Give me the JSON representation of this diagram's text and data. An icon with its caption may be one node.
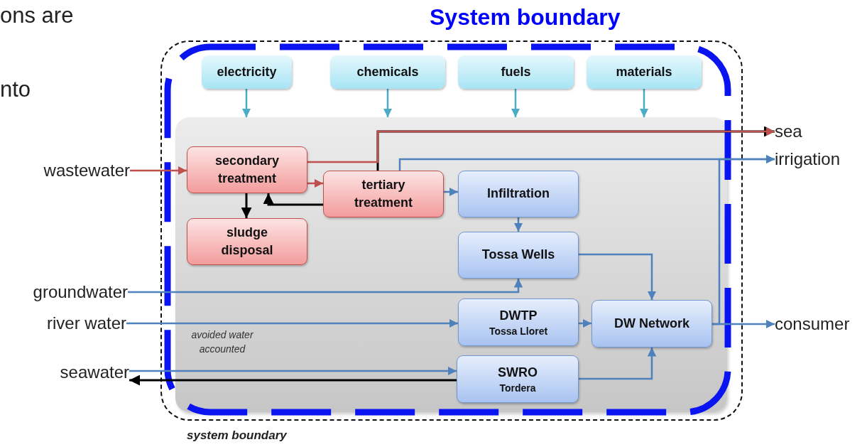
{
  "diagram": {
    "title": "System boundary",
    "nodes": [
      {
        "text": [
          "system boundary"
        ]
      },
      {
        "text": [
          "electricity"
        ],
        "in": 0
      },
      {
        "text": [
          "chemicals"
        ],
        "in": 0
      },
      {
        "text": [
          "fuels"
        ],
        "in": 0
      },
      {
        "text": [
          "materials"
        ],
        "in": 0
      },
      {
        "text": [],
        "shape": "box",
        "in": 0
      },
      {
        "text": [
          "secondary treatment"
        ],
        "in": 5
      },
      {
        "text": [
          "tertiary treatment"
        ],
        "in": 5
      },
      {
        "text": [
          "sludge disposal"
        ],
        "in": 5
      },
      {
        "text": [
          "Infiltration"
        ],
        "in": 5
      },
      {
        "text": [
          "Tossa Wells"
        ],
        "in": 5
      },
      {
        "text": [
          "DWTP",
          "Tossa Lloret"
        ],
        "in": 5
      },
      {
        "text": [
          "DW Network"
        ],
        "in": 5
      },
      {
        "text": [
          "SWRO",
          "Tordera"
        ],
        "in": 5
      },
      {
        "text": [
          "wastewater"
        ]
      },
      {
        "text": [
          "groundwater"
        ]
      },
      {
        "text": [
          "river water"
        ]
      },
      {
        "text": [
          "seawater"
        ]
      },
      {
        "text": [
          "sea"
        ]
      },
      {
        "text": [
          "irrigation"
        ]
      },
      {
        "text": [
          "consumer"
        ]
      }
    ],
    "edges": [
      {
        "from": 1,
        "to": 5,
        "arrow": "to",
        "color": "#4bacc6"
      },
      {
        "from": 2,
        "to": 5,
        "arrow": "to",
        "color": "#4bacc6"
      },
      {
        "from": 3,
        "to": 5,
        "arrow": "to",
        "color": "#4bacc6"
      },
      {
        "from": 4,
        "to": 5,
        "arrow": "to",
        "color": "#4bacc6"
      },
      {
        "from": 14,
        "to": 6,
        "arrow": "to",
        "color": "#c0504d"
      },
      {
        "from": 6,
        "to": 7,
        "arrow": "to",
        "color": "#c0504d"
      },
      {
        "from": 6,
        "to": 18,
        "arrow": "to",
        "color": "#c0504d"
      },
      {
        "from": 7,
        "to": 18,
        "arrow": "to",
        "color": "#000000"
      },
      {
        "from": 6,
        "to": 8,
        "arrow": "to",
        "color": "#000000"
      },
      {
        "from": 7,
        "to": 6,
        "arrow": "to",
        "color": "#000000"
      },
      {
        "from": 7,
        "to": 9,
        "arrow": "to"
      },
      {
        "from": 7,
        "to": 19,
        "arrow": "to"
      },
      {
        "from": 9,
        "to": 10,
        "arrow": "to"
      },
      {
        "from": 15,
        "to": 10,
        "arrow": "to"
      },
      {
        "from": 10,
        "to": 12,
        "arrow": "to"
      },
      {
        "from": 16,
        "to": 11,
        "arrow": "to"
      },
      {
        "from": 11,
        "to": 12,
        "arrow": "to"
      },
      {
        "from": 17,
        "to": 13,
        "arrow": "to"
      },
      {
        "from": 13,
        "to": 17,
        "arrow": "to",
        "color": "#000000"
      },
      {
        "from": 13,
        "to": 12,
        "arrow": "to"
      },
      {
        "from": 12,
        "to": 20,
        "arrow": "to"
      },
      {
        "from": 12,
        "to": 19,
        "arrow": "to"
      }
    ],
    "labels": [
      "ons are",
      "nto",
      "avoided water accounted"
    ]
  }
}
